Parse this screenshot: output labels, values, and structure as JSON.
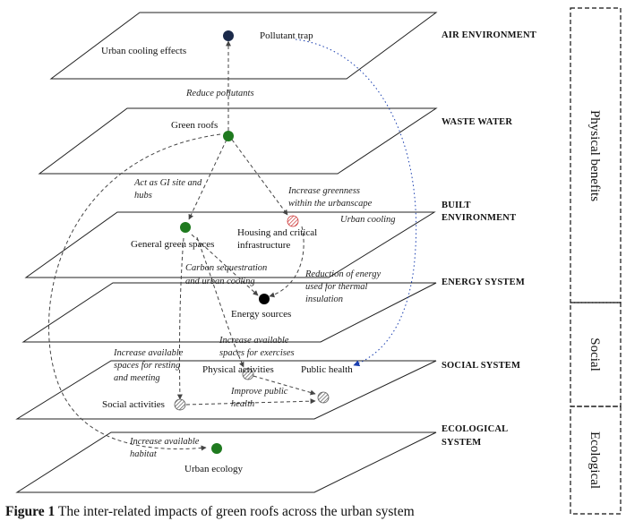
{
  "layers": [
    {
      "name": "AIR ENVIRONMENT",
      "name2": ""
    },
    {
      "name": "WASTE WATER",
      "name2": ""
    },
    {
      "name": "BUILT",
      "name2": "ENVIRONMENT"
    },
    {
      "name": "ENERGY SYSTEM",
      "name2": ""
    },
    {
      "name": "SOCIAL SYSTEM",
      "name2": ""
    },
    {
      "name": "ECOLOGICAL",
      "name2": "SYSTEM"
    }
  ],
  "nodes": {
    "urban_cooling_effects": "Urban cooling effects",
    "pollutant_trap": "Pollutant trap",
    "green_roofs": "Green roofs",
    "general_green_spaces": "General green spaces",
    "housing_line1": "Housing and critical",
    "housing_line2": "infrastructure",
    "energy_sources": "Energy sources",
    "physical_activities": "Physical activities",
    "public_health": "Public health",
    "social_activities": "Social activities",
    "urban_ecology": "Urban ecology"
  },
  "edges": {
    "reduce_pollutants": "Reduce pollutants",
    "act_gi_1": "Act as GI site and",
    "act_gi_2": "hubs",
    "increase_greenness_1": "Increase greenness",
    "increase_greenness_2": "within the urbanscape",
    "urban_cooling": "Urban cooling",
    "carbon_1": "Carbon sequestration",
    "carbon_2": "and urban cooling",
    "reduction_1": "Reduction of energy",
    "reduction_2": "used for thermal",
    "reduction_3": "insulation",
    "spaces_ex_1": "Increase available",
    "spaces_ex_2": "spaces for exercises",
    "resting_1": "Increase available",
    "resting_2": "spaces for resting",
    "resting_3": "and meeting",
    "improve_1": "Improve public",
    "improve_2": "health",
    "habitat_1": "Increase available",
    "habitat_2": "habitat"
  },
  "side_panels": {
    "physical": "Physical benefits",
    "social": "Social",
    "ecological": "Ecological"
  },
  "caption": {
    "label": "Figure 1",
    "text": " The inter-related impacts of green roofs across the urban system"
  },
  "colors": {
    "green_node": "#1f7a1f",
    "navy_node": "#1b2a4a",
    "black_node": "#000000",
    "red_hatch": "#cc3333",
    "hatch": "#555555"
  }
}
